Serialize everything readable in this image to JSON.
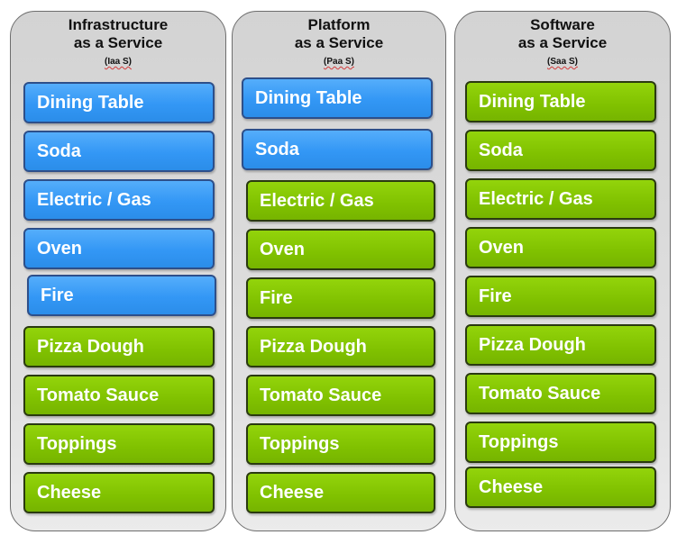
{
  "columns": [
    {
      "title_line1": "Infrastructure",
      "title_line2": "as a Service",
      "abbr": "(Iaa S)",
      "layers": [
        {
          "label": "Dining Table",
          "color": "blue"
        },
        {
          "label": "Soda",
          "color": "blue"
        },
        {
          "label": "Electric / Gas",
          "color": "blue"
        },
        {
          "label": "Oven",
          "color": "blue"
        },
        {
          "label": "Fire",
          "color": "blue"
        },
        {
          "label": "Pizza Dough",
          "color": "green"
        },
        {
          "label": "Tomato Sauce",
          "color": "green"
        },
        {
          "label": "Toppings",
          "color": "green"
        },
        {
          "label": "Cheese",
          "color": "green"
        }
      ]
    },
    {
      "title_line1": "Platform",
      "title_line2": "as a Service",
      "abbr": "(Paa S)",
      "layers": [
        {
          "label": "Dining Table",
          "color": "blue"
        },
        {
          "label": "Soda",
          "color": "blue"
        },
        {
          "label": "Electric / Gas",
          "color": "green"
        },
        {
          "label": "Oven",
          "color": "green"
        },
        {
          "label": "Fire",
          "color": "green"
        },
        {
          "label": "Pizza Dough",
          "color": "green"
        },
        {
          "label": "Tomato Sauce",
          "color": "green"
        },
        {
          "label": "Toppings",
          "color": "green"
        },
        {
          "label": "Cheese",
          "color": "green"
        }
      ]
    },
    {
      "title_line1": "Software",
      "title_line2": "as a Service",
      "abbr": "(Saa S)",
      "layers": [
        {
          "label": "Dining Table",
          "color": "green"
        },
        {
          "label": "Soda",
          "color": "green"
        },
        {
          "label": "Electric / Gas",
          "color": "green"
        },
        {
          "label": "Oven",
          "color": "green"
        },
        {
          "label": "Fire",
          "color": "green"
        },
        {
          "label": "Pizza Dough",
          "color": "green"
        },
        {
          "label": "Tomato Sauce",
          "color": "green"
        },
        {
          "label": "Toppings",
          "color": "green"
        },
        {
          "label": "Cheese",
          "color": "green"
        }
      ]
    }
  ],
  "colors": {
    "blue": "#3397f5",
    "green": "#80c100"
  }
}
